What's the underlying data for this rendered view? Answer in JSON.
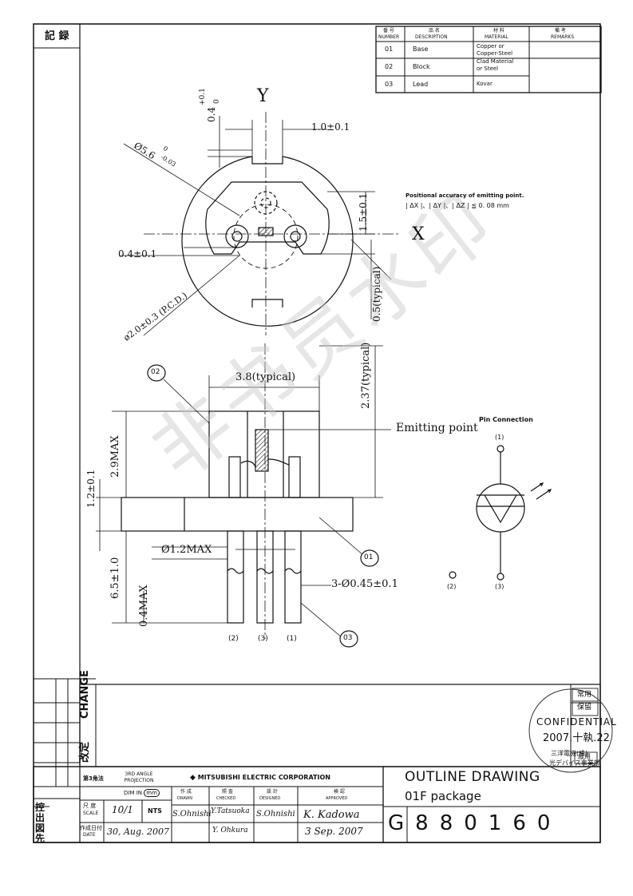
{
  "sheet": {
    "record_label": "記 録",
    "change_label_jp": "改定",
    "change_label_en": "CHANGE",
    "left_bottom_label": "控 出 図 先"
  },
  "parts_table": {
    "headers": [
      {
        "jp": "番 号",
        "en": "NUMBER"
      },
      {
        "jp": "品 名",
        "en": "DESCRIPTION"
      },
      {
        "jp": "材 料",
        "en": "MATERIAL"
      },
      {
        "jp": "備 考",
        "en": "REMARKS"
      }
    ],
    "rows": [
      {
        "number": "01",
        "description": "Base",
        "material_1": "Copper or",
        "material_2": "Copper-Steel",
        "remarks": ""
      },
      {
        "number": "02",
        "description": "Block",
        "material_1": "Clad Material",
        "material_2": "or Steel",
        "remarks": ""
      },
      {
        "number": "03",
        "description": "Lead",
        "material_1": "Kovar",
        "material_2": "",
        "remarks": ""
      }
    ]
  },
  "top_view": {
    "axis_y": "Y",
    "axis_x": "X",
    "dim_04": "0.4",
    "dim_04_tol_upper": "+0.1",
    "dim_04_tol_lower": "0",
    "dim_10": "1.0±0.1",
    "dim_diameter": "Ø5.6",
    "dim_diameter_tol_upper": "0",
    "dim_diameter_tol_lower": "-0.03",
    "dim_15": "1.5±0.1",
    "dim_04b": "0.4±0.1",
    "dim_05": "0.5(typical)",
    "dim_pcd": "ø2.0±0.3 (P.C.D.)",
    "accuracy_title": "Positional accuracy of emitting point.",
    "accuracy_value": "| ΔX |、| ΔY |、| ΔZ | ≦ 0. 08 mm"
  },
  "side_view": {
    "dim_38": "3.8(typical)",
    "dim_237": "2.37(typical)",
    "emitting_point": "Emitting point",
    "dim_29": "2.9MAX",
    "dim_12": "1.2±0.1",
    "dim_12max": "Ø1.2MAX",
    "dim_65": "6.5±1.0",
    "dim_04max": "0.4MAX",
    "dim_lead": "3-Ø0.45±0.1",
    "callout_02": "02",
    "callout_01": "01",
    "callout_03": "03",
    "pin_labels": [
      "(2)",
      "(3)",
      "(1)"
    ]
  },
  "pin_connection": {
    "title": "Pin Connection",
    "pin_1": "(1)",
    "pin_2": "(2)",
    "pin_3": "(3)"
  },
  "watermark": {
    "text": "非书员水印"
  },
  "stamp": {
    "top_1": "常用",
    "top_2": "保留",
    "confidential": "CONFIDENTIAL",
    "date": "2007.十執.22",
    "company": "三洋電機(株)",
    "dept": "光デバイス事業部",
    "badge": "歳用"
  },
  "title_block": {
    "projection_jp": "第3角法",
    "projection_en": "3RD ANGLE PROJECTION",
    "company": "MITSUBISHI ELECTRIC CORPORATION",
    "dim_in": "DIM IN",
    "dim_unit": "mm",
    "scale_label_jp": "尺 度",
    "scale_label_en": "SCALE",
    "scale_value": "10/1",
    "nts": "NTS",
    "date_label_jp": "作成日付",
    "date_label_en": "DATE",
    "date_value": "30, Aug. 2007",
    "drawn_jp": "作 成",
    "drawn_en": "DRAWN",
    "drawn_sig": "S.Ohnishi",
    "checked_jp": "照 査",
    "checked_en": "CHECKED",
    "checked_sig_1": "Y.Tatsuoka",
    "checked_sig_2": "Y. Ohkura",
    "designed_jp": "設 計",
    "designed_en": "DESIGNED",
    "designed_sig": "S.Ohnishi",
    "approved_jp": "検 認",
    "approved_en": "APPROVED",
    "approved_sig": "K. Kadowa",
    "approved_date": "3 Sep. 2007",
    "drawing_title": "OUTLINE DRAWING",
    "drawing_subtitle": "01F package",
    "drawing_number": "G880160"
  },
  "colors": {
    "line": "#111111",
    "watermark": "#c8c8c8",
    "hatch": "#222222"
  }
}
